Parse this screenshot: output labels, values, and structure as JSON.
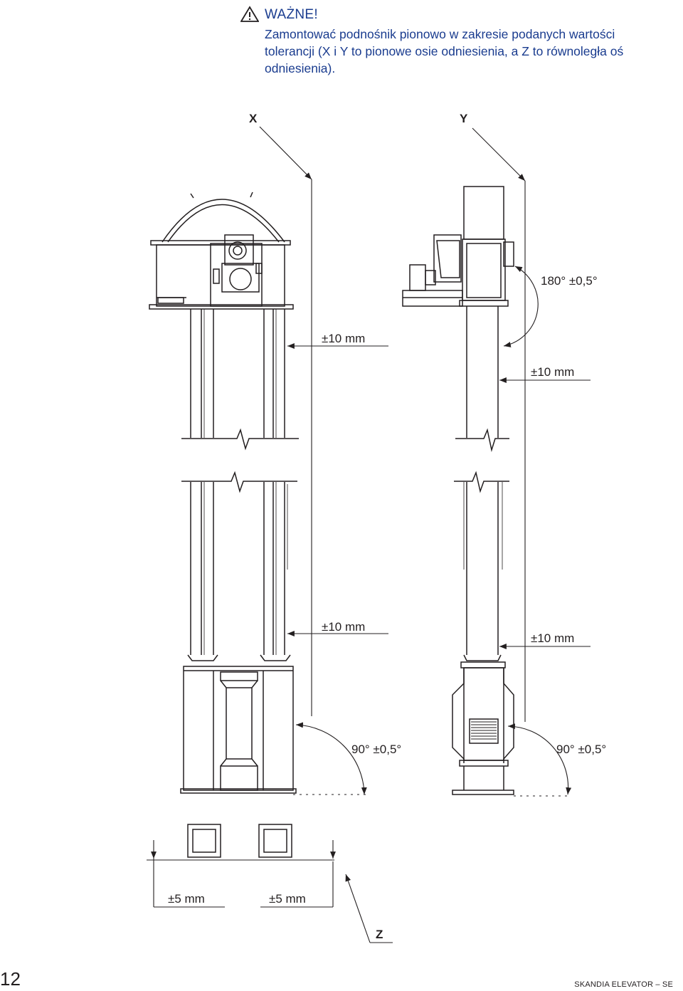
{
  "warning": {
    "icon": "warning-triangle-icon",
    "title": "WAŻNE!",
    "lines": [
      "Zamontować podnośnik pionowo w zakresie podanych wartości",
      "tolerancji (X i Y to pionowe osie odniesienia, a Z to równoległa oś",
      "odniesienia)."
    ]
  },
  "diagram": {
    "axis_x": "X",
    "axis_y": "Y",
    "axis_z": "Z",
    "tol_left_upper": "±10 mm",
    "tol_right_upper": "±10 mm",
    "tol_left_lower": "±10 mm",
    "tol_right_lower": "±10 mm",
    "angle_top": "180° ±0,5°",
    "angle_left": "90° ±0,5°",
    "angle_right": "90° ±0,5°",
    "tol_bottom_left": "±5 mm",
    "tol_bottom_right": "±5 mm"
  },
  "footer": {
    "page_number": "12",
    "brand": "SKANDIA ELEVATOR – SE"
  }
}
